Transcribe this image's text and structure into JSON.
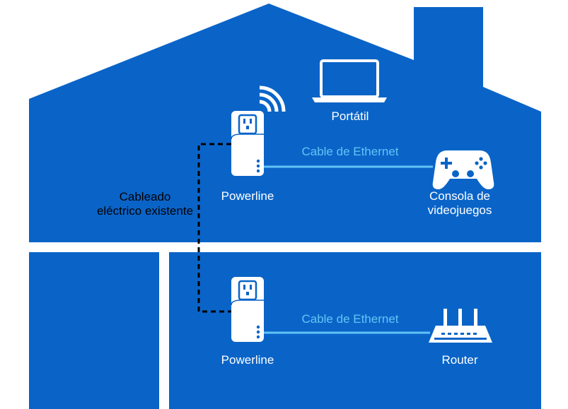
{
  "colors": {
    "house": "#0a64c8",
    "cable": "#62c4f5",
    "device": "#ffffff",
    "wiring": "#000000",
    "ports": "#0a64c8"
  },
  "icons": [
    "laptop-icon",
    "wifi-icon",
    "powerline-adapter-icon",
    "gamepad-icon",
    "router-icon",
    "outlet-icon"
  ],
  "diagram": {
    "laptop_label": "Portátil",
    "powerline_top_label": "Powerline",
    "powerline_bottom_label": "Powerline",
    "cable_top_label": "Cable de Ethernet",
    "cable_bottom_label": "Cable de Ethernet",
    "console_label": "Consola de\nvideojuegos",
    "wiring_label": "Cableado\neléctrico existente",
    "router_label": "Router"
  }
}
